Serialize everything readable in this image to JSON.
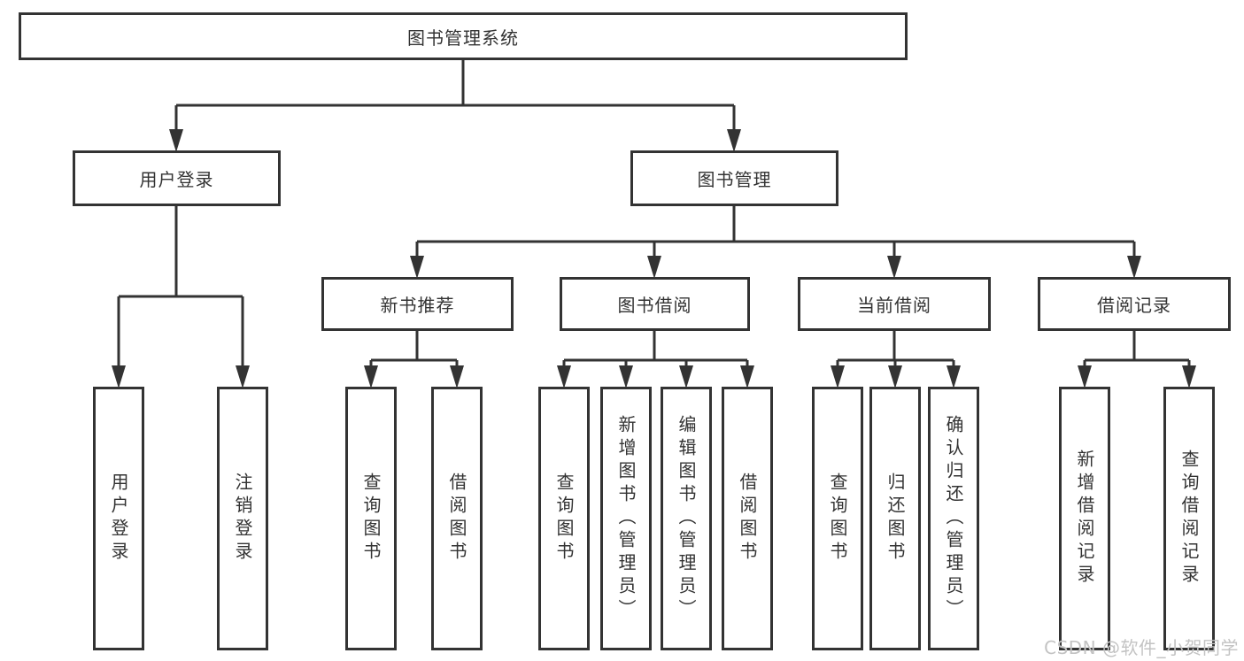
{
  "diagram": {
    "title_node": "图书管理系统",
    "nodes": {
      "root": "图书管理系统",
      "level2": [
        "用户登录",
        "图书管理"
      ],
      "level3": [
        "新书推荐",
        "图书借阅",
        "当前借阅",
        "借阅记录"
      ],
      "leaves_user_login": [
        "用户登录",
        "注销登录"
      ],
      "leaves_new_book": [
        "查询图书",
        "借阅图书"
      ],
      "leaves_book_borrow": [
        "查询图书",
        "新增图书（管理员）",
        "编辑图书（管理员）",
        "借阅图书"
      ],
      "leaves_current_borrow": [
        "查询图书",
        "归还图书",
        "确认归还（管理员）"
      ],
      "leaves_borrow_record": [
        "新增借阅记录",
        "查询借阅记录"
      ]
    },
    "colors": {
      "line": "#333333",
      "box_border": "#333333",
      "text": "#333333",
      "background": "#ffffff",
      "watermark": "#c3c3c3"
    }
  },
  "watermark": {
    "text": "CSDN @软件_小贺同学"
  }
}
